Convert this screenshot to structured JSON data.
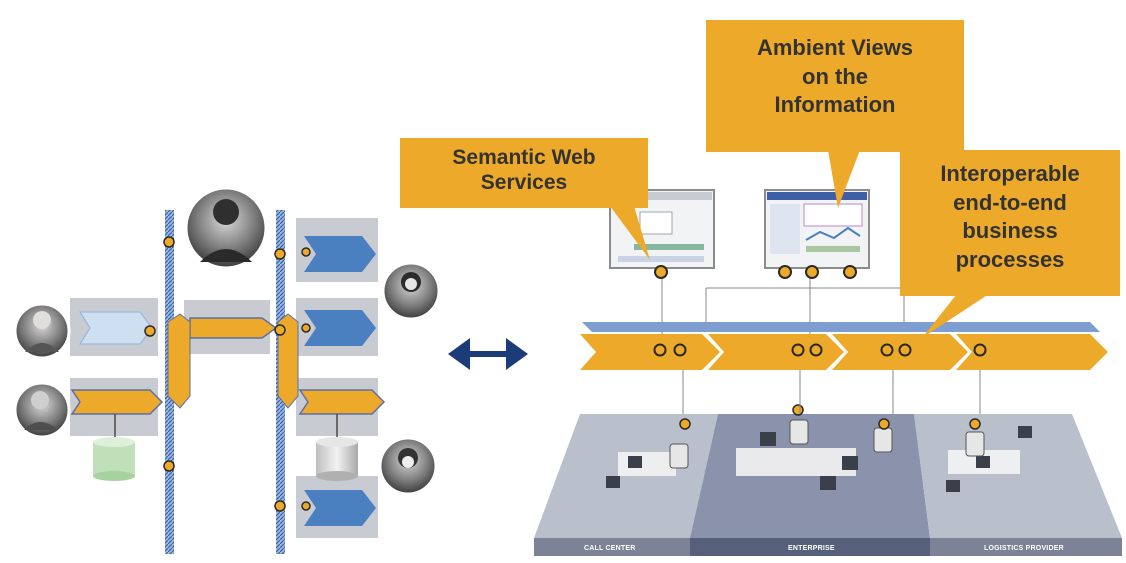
{
  "callouts": {
    "semantic": {
      "lines": [
        "Semantic Web",
        "Services"
      ]
    },
    "ambient": {
      "lines": [
        "Ambient Views",
        "on the",
        "Information"
      ]
    },
    "interop": {
      "lines": [
        "Interoperable",
        "end-to-end",
        "business",
        "processes"
      ]
    }
  },
  "workspaces": {
    "call_center": "CALL CENTER",
    "enterprise": "ENTERPRISE",
    "logistics": "LOGISTICS PROVIDER"
  },
  "colors": {
    "orange": "#eda92a",
    "blue": "#4a7fc0",
    "navy": "#1b3c78",
    "gray": "#c9cbd2"
  }
}
